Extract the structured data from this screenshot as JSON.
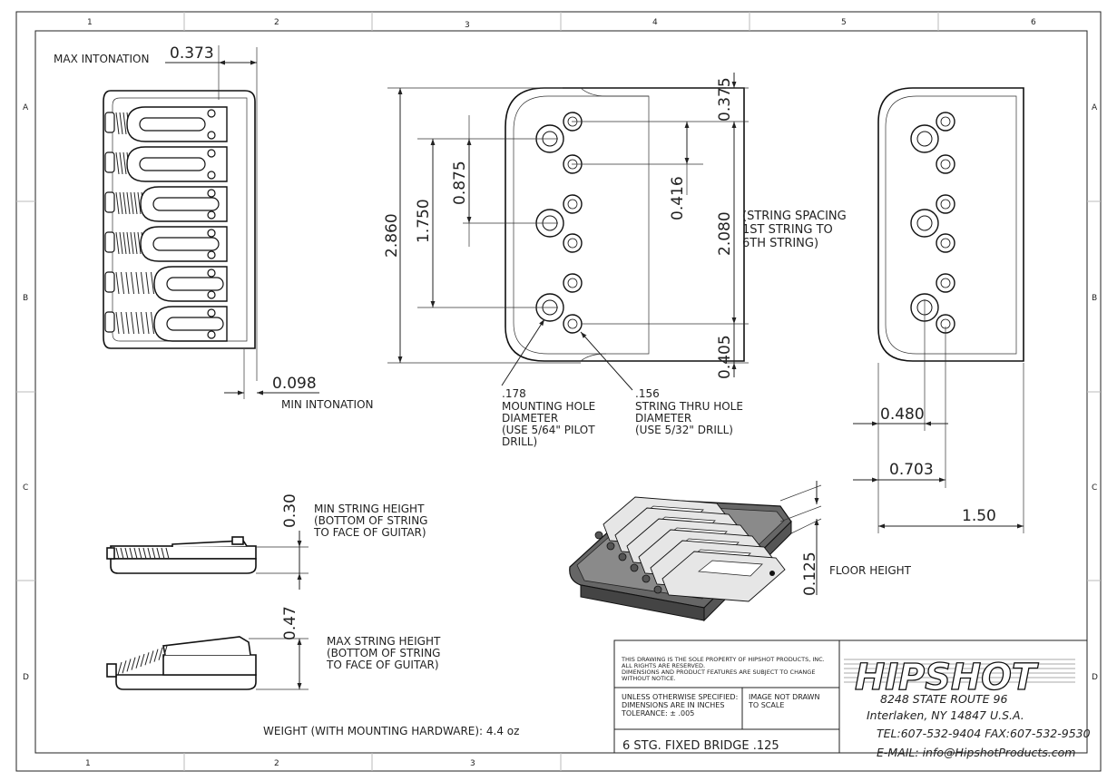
{
  "zones": {
    "cols": [
      "1",
      "2",
      "3",
      "4",
      "5",
      "6"
    ],
    "rows": [
      "A",
      "B",
      "C",
      "D"
    ],
    "bottom_cols": [
      "1",
      "2",
      "3"
    ]
  },
  "dims": {
    "max_intonation_label": "MAX INTONATION",
    "max_intonation": "0.373",
    "min_intonation": "0.098",
    "min_intonation_label": "MIN INTONATION",
    "d_375": "0.375",
    "d_2860": "2.860",
    "d_1750": "1.750",
    "d_875": "0.875",
    "d_416": "0.416",
    "d_2080": "2.080",
    "d_405": "0.405",
    "string_spacing": [
      "(STRING SPACING",
      "1ST STRING TO",
      "6TH STRING)"
    ],
    "d_480": "0.480",
    "d_703": "0.703",
    "d_150": "1.50",
    "d_030": "0.30",
    "d_047": "0.47",
    "d_0125": "0.125",
    "floor_height": "FLOOR HEIGHT"
  },
  "notes": {
    "mount": [
      ".178",
      "MOUNTING HOLE",
      "DIAMETER",
      "(USE 5/64\" PILOT",
      "DRILL)"
    ],
    "thru": [
      ".156",
      "STRING THRU HOLE",
      "DIAMETER",
      "(USE 5/32\" DRILL)"
    ],
    "min_height": [
      "MIN STRING HEIGHT",
      "(BOTTOM OF STRING",
      "TO FACE OF GUITAR)"
    ],
    "max_height": [
      "MAX STRING HEIGHT",
      "(BOTTOM OF STRING",
      "TO FACE OF GUITAR)"
    ],
    "weight": "WEIGHT (WITH MOUNTING HARDWARE): 4.4 oz"
  },
  "title_block": {
    "property": [
      "THIS DRAWING IS THE SOLE PROPERTY OF HIPSHOT PRODUCTS, INC.",
      "ALL RIGHTS ARE RESERVED.",
      "DIMENSIONS AND PRODUCT FEATURES ARE SUBJECT TO CHANGE",
      "WITHOUT NOTICE."
    ],
    "unless": [
      "UNLESS OTHERWISE SPECIFIED:",
      "DIMENSIONS ARE IN INCHES",
      "TOLERANCE: ± .005"
    ],
    "scale": [
      "IMAGE NOT DRAWN",
      "TO SCALE"
    ],
    "part_name": "6 STG. FIXED BRIDGE .125",
    "logo": "HIPSHOT",
    "address": [
      "8248 STATE ROUTE 96",
      "Interlaken, NY 14847 U.S.A.",
      "TEL:607-532-9404 FAX:607-532-9530",
      "E-MAIL: info@HipshotProducts.com"
    ]
  }
}
